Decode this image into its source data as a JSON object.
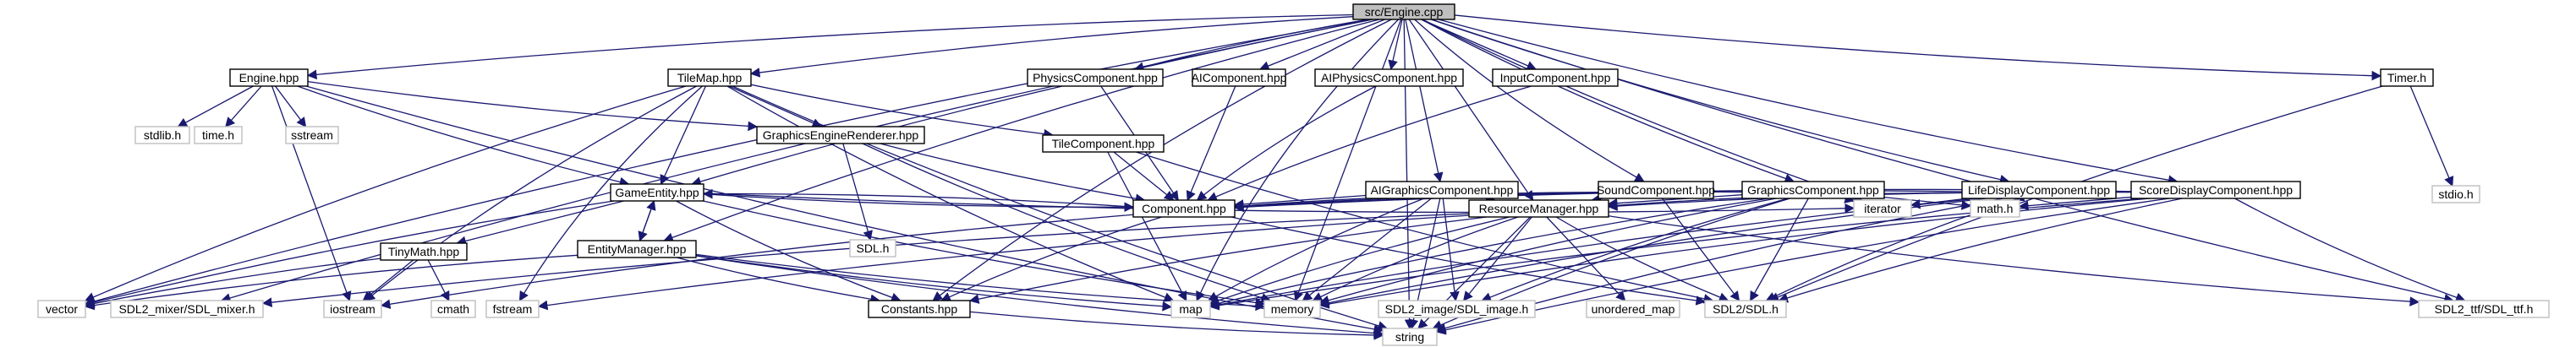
{
  "graph": {
    "root": "root",
    "colors": {
      "edge": "#191970",
      "root_fill": "#bfbfbf",
      "node_border": "#000000",
      "ext_border": "#bfbfbf",
      "bg": "#ffffff"
    },
    "nodes": [
      {
        "id": "root",
        "label": "src/Engine.cpp",
        "kind": "root"
      },
      {
        "id": "enginehpp",
        "label": "Engine.hpp",
        "kind": "local"
      },
      {
        "id": "tilemap",
        "label": "TileMap.hpp",
        "kind": "local"
      },
      {
        "id": "physics",
        "label": "PhysicsComponent.hpp",
        "kind": "local"
      },
      {
        "id": "aicomp",
        "label": "AIComponent.hpp",
        "kind": "local"
      },
      {
        "id": "aiphys",
        "label": "AIPhysicsComponent.hpp",
        "kind": "local"
      },
      {
        "id": "input",
        "label": "InputComponent.hpp",
        "kind": "local"
      },
      {
        "id": "timer",
        "label": "Timer.h",
        "kind": "local"
      },
      {
        "id": "stdlib",
        "label": "stdlib.h",
        "kind": "ext"
      },
      {
        "id": "timeh",
        "label": "time.h",
        "kind": "ext"
      },
      {
        "id": "sstream",
        "label": "sstream",
        "kind": "ext"
      },
      {
        "id": "ger",
        "label": "GraphicsEngineRenderer.hpp",
        "kind": "local"
      },
      {
        "id": "tilecomp",
        "label": "TileComponent.hpp",
        "kind": "local"
      },
      {
        "id": "aigfx",
        "label": "AIGraphicsComponent.hpp",
        "kind": "local"
      },
      {
        "id": "sound",
        "label": "SoundComponent.hpp",
        "kind": "local"
      },
      {
        "id": "gfxcomp",
        "label": "GraphicsComponent.hpp",
        "kind": "local"
      },
      {
        "id": "life",
        "label": "LifeDisplayComponent.hpp",
        "kind": "local"
      },
      {
        "id": "score",
        "label": "ScoreDisplayComponent.hpp",
        "kind": "local"
      },
      {
        "id": "stdio",
        "label": "stdio.h",
        "kind": "ext"
      },
      {
        "id": "gameentity",
        "label": "GameEntity.hpp",
        "kind": "local"
      },
      {
        "id": "sdlh",
        "label": "SDL.h",
        "kind": "ext"
      },
      {
        "id": "tinymath",
        "label": "TinyMath.hpp",
        "kind": "local"
      },
      {
        "id": "entitymgr",
        "label": "EntityManager.hpp",
        "kind": "local"
      },
      {
        "id": "component",
        "label": "Component.hpp",
        "kind": "local"
      },
      {
        "id": "resmgr",
        "label": "ResourceManager.hpp",
        "kind": "local"
      },
      {
        "id": "iterator",
        "label": "iterator",
        "kind": "ext"
      },
      {
        "id": "mathh",
        "label": "math.h",
        "kind": "ext"
      },
      {
        "id": "vector",
        "label": "vector",
        "kind": "ext"
      },
      {
        "id": "mixer",
        "label": "SDL2_mixer/SDL_mixer.h",
        "kind": "ext"
      },
      {
        "id": "iostream",
        "label": "iostream",
        "kind": "ext"
      },
      {
        "id": "cmath",
        "label": "cmath",
        "kind": "ext"
      },
      {
        "id": "fstream",
        "label": "fstream",
        "kind": "ext"
      },
      {
        "id": "constants",
        "label": "Constants.hpp",
        "kind": "local"
      },
      {
        "id": "map",
        "label": "map",
        "kind": "ext"
      },
      {
        "id": "memory",
        "label": "memory",
        "kind": "ext"
      },
      {
        "id": "sdlimage",
        "label": "SDL2_image/SDL_image.h",
        "kind": "ext"
      },
      {
        "id": "unordered",
        "label": "unordered_map",
        "kind": "ext"
      },
      {
        "id": "sdl2sdl",
        "label": "SDL2/SDL.h",
        "kind": "ext"
      },
      {
        "id": "ttf",
        "label": "SDL2_ttf/SDL_ttf.h",
        "kind": "ext"
      },
      {
        "id": "string",
        "label": "string",
        "kind": "ext"
      }
    ],
    "edges": [
      [
        "root",
        "enginehpp"
      ],
      [
        "root",
        "tilemap"
      ],
      [
        "root",
        "physics"
      ],
      [
        "root",
        "aicomp"
      ],
      [
        "root",
        "aiphys"
      ],
      [
        "root",
        "input"
      ],
      [
        "root",
        "timer"
      ],
      [
        "root",
        "gameentity"
      ],
      [
        "root",
        "entitymgr"
      ],
      [
        "root",
        "aigfx"
      ],
      [
        "root",
        "sound"
      ],
      [
        "root",
        "gfxcomp"
      ],
      [
        "root",
        "life"
      ],
      [
        "root",
        "score"
      ],
      [
        "root",
        "resmgr"
      ],
      [
        "root",
        "iterator"
      ],
      [
        "root",
        "vector"
      ],
      [
        "root",
        "mixer"
      ],
      [
        "root",
        "constants"
      ],
      [
        "root",
        "map"
      ],
      [
        "root",
        "memory"
      ],
      [
        "root",
        "ttf"
      ],
      [
        "root",
        "string"
      ],
      [
        "enginehpp",
        "stdlib"
      ],
      [
        "enginehpp",
        "timeh"
      ],
      [
        "enginehpp",
        "sstream"
      ],
      [
        "enginehpp",
        "iostream"
      ],
      [
        "enginehpp",
        "ger"
      ],
      [
        "enginehpp",
        "string"
      ],
      [
        "enginehpp",
        "gameentity"
      ],
      [
        "tilemap",
        "gameentity"
      ],
      [
        "tilemap",
        "ger"
      ],
      [
        "tilemap",
        "tilecomp"
      ],
      [
        "tilemap",
        "vector"
      ],
      [
        "tilemap",
        "iostream"
      ],
      [
        "tilemap",
        "fstream"
      ],
      [
        "tilemap",
        "string"
      ],
      [
        "tilemap",
        "map"
      ],
      [
        "physics",
        "component"
      ],
      [
        "aicomp",
        "component"
      ],
      [
        "aiphys",
        "component"
      ],
      [
        "input",
        "component"
      ],
      [
        "timer",
        "stdio"
      ],
      [
        "timer",
        "sdl2sdl"
      ],
      [
        "ger",
        "sdlh"
      ],
      [
        "ger",
        "memory"
      ],
      [
        "ger",
        "component"
      ],
      [
        "tilecomp",
        "component"
      ],
      [
        "tilecomp",
        "map"
      ],
      [
        "tilecomp",
        "sdl2sdl"
      ],
      [
        "aigfx",
        "component"
      ],
      [
        "aigfx",
        "resmgr"
      ],
      [
        "aigfx",
        "map"
      ],
      [
        "aigfx",
        "memory"
      ],
      [
        "aigfx",
        "sdlimage"
      ],
      [
        "aigfx",
        "string"
      ],
      [
        "sound",
        "component"
      ],
      [
        "sound",
        "resmgr"
      ],
      [
        "sound",
        "sdl2sdl"
      ],
      [
        "gfxcomp",
        "component"
      ],
      [
        "gfxcomp",
        "resmgr"
      ],
      [
        "gfxcomp",
        "iterator"
      ],
      [
        "gfxcomp",
        "mathh"
      ],
      [
        "gfxcomp",
        "map"
      ],
      [
        "gfxcomp",
        "memory"
      ],
      [
        "gfxcomp",
        "sdlimage"
      ],
      [
        "gfxcomp",
        "sdl2sdl"
      ],
      [
        "gfxcomp",
        "string"
      ],
      [
        "life",
        "component"
      ],
      [
        "life",
        "resmgr"
      ],
      [
        "life",
        "iterator"
      ],
      [
        "life",
        "mathh"
      ],
      [
        "life",
        "map"
      ],
      [
        "life",
        "memory"
      ],
      [
        "life",
        "sdl2sdl"
      ],
      [
        "life",
        "string"
      ],
      [
        "score",
        "component"
      ],
      [
        "score",
        "resmgr"
      ],
      [
        "score",
        "mathh"
      ],
      [
        "score",
        "map"
      ],
      [
        "score",
        "memory"
      ],
      [
        "score",
        "sdl2sdl"
      ],
      [
        "score",
        "ttf"
      ],
      [
        "score",
        "string"
      ],
      [
        "gameentity",
        "tinymath"
      ],
      [
        "gameentity",
        "entitymgr"
      ],
      [
        "gameentity",
        "component"
      ],
      [
        "gameentity",
        "vector"
      ],
      [
        "gameentity",
        "constants"
      ],
      [
        "gameentity",
        "memory"
      ],
      [
        "gameentity",
        "iterator"
      ],
      [
        "entitymgr",
        "gameentity"
      ],
      [
        "entitymgr",
        "vector"
      ],
      [
        "entitymgr",
        "map"
      ],
      [
        "entitymgr",
        "memory"
      ],
      [
        "entitymgr",
        "constants"
      ],
      [
        "entitymgr",
        "string"
      ],
      [
        "tinymath",
        "cmath"
      ],
      [
        "tinymath",
        "iostream"
      ],
      [
        "tinymath",
        "vector"
      ],
      [
        "component",
        "gameentity"
      ],
      [
        "component",
        "constants"
      ],
      [
        "component",
        "sdl2sdl"
      ],
      [
        "component",
        "iostream"
      ],
      [
        "resmgr",
        "map"
      ],
      [
        "resmgr",
        "memory"
      ],
      [
        "resmgr",
        "sdlimage"
      ],
      [
        "resmgr",
        "unordered"
      ],
      [
        "resmgr",
        "sdl2sdl"
      ],
      [
        "resmgr",
        "string"
      ],
      [
        "resmgr",
        "fstream"
      ],
      [
        "resmgr",
        "ttf"
      ],
      [
        "resmgr",
        "mixer"
      ],
      [
        "resmgr",
        "constants"
      ],
      [
        "constants",
        "string"
      ]
    ]
  }
}
